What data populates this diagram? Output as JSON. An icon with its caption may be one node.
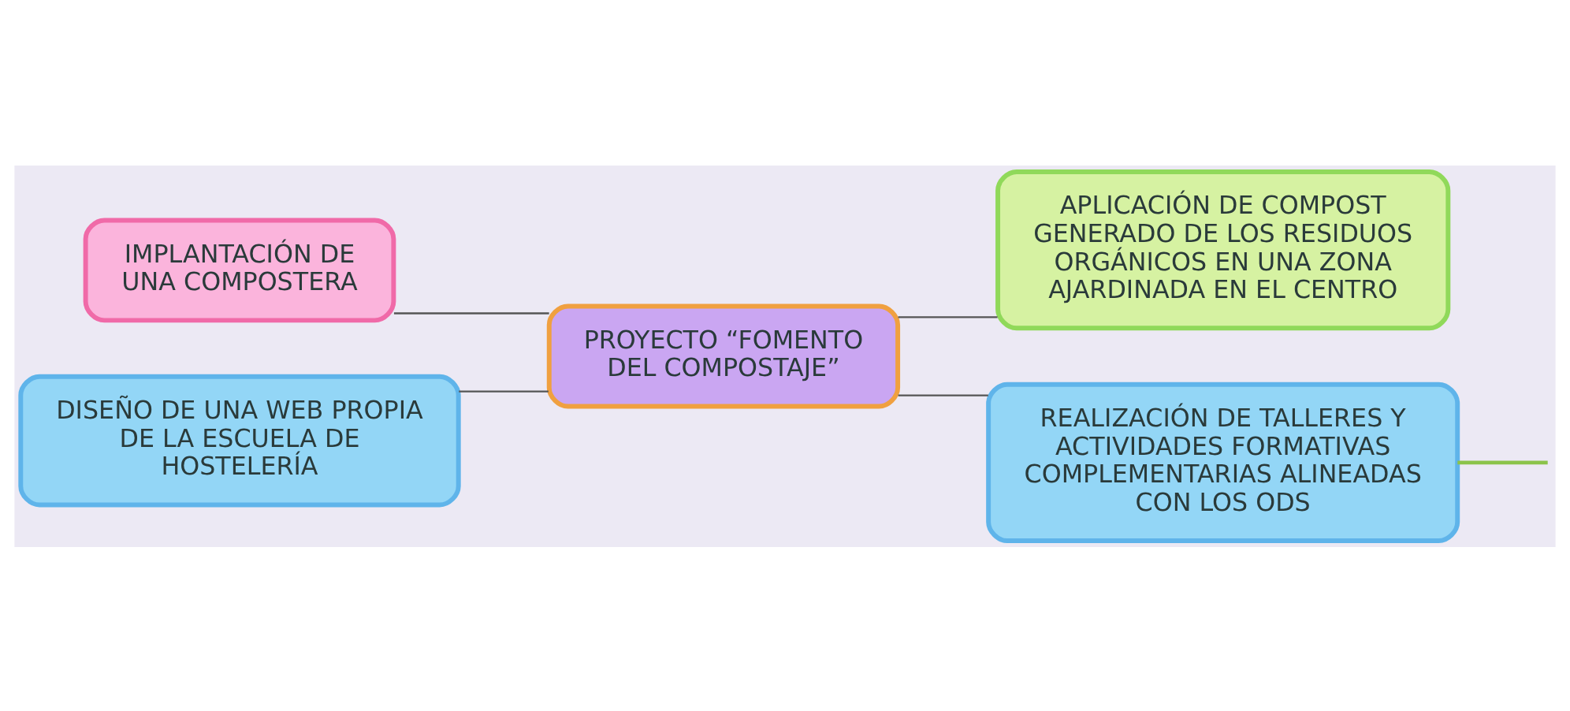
{
  "diagram": {
    "nodes": [
      {
        "text": [
          "IMPLANTACIÓN DE UNA COMPOSTERA"
        ]
      },
      {
        "text": [
          "APLICACIÓN DE COMPOST GENERADO DE LOS RESIDUOS ORGÁNICOS EN UNA ZONA AJARDINADA EN EL CENTRO"
        ]
      },
      {
        "text": [
          "PROYECTO “FOMENTO DEL COMPOSTAJE”"
        ]
      },
      {
        "text": [
          "DISEÑO DE UNA WEB PROPIA DE LA ESCUELA DE HOSTELERÍA"
        ]
      },
      {
        "text": [
          "REALIZACIÓN DE TALLERES Y ACTIVIDADES FORMATIVAS COMPLEMENTARIAS ALINEADAS CON LOS ODS"
        ]
      }
    ],
    "edges": [
      {
        "from": 2,
        "to": 0,
        "arrow": "none"
      },
      {
        "from": 2,
        "to": 1,
        "arrow": "none"
      },
      {
        "from": 2,
        "to": 3,
        "arrow": "none"
      },
      {
        "from": 2,
        "to": 4,
        "arrow": "none"
      },
      {
        "from": 4,
        "to": null,
        "arrow": "none",
        "color": "#8bc34a"
      }
    ]
  }
}
